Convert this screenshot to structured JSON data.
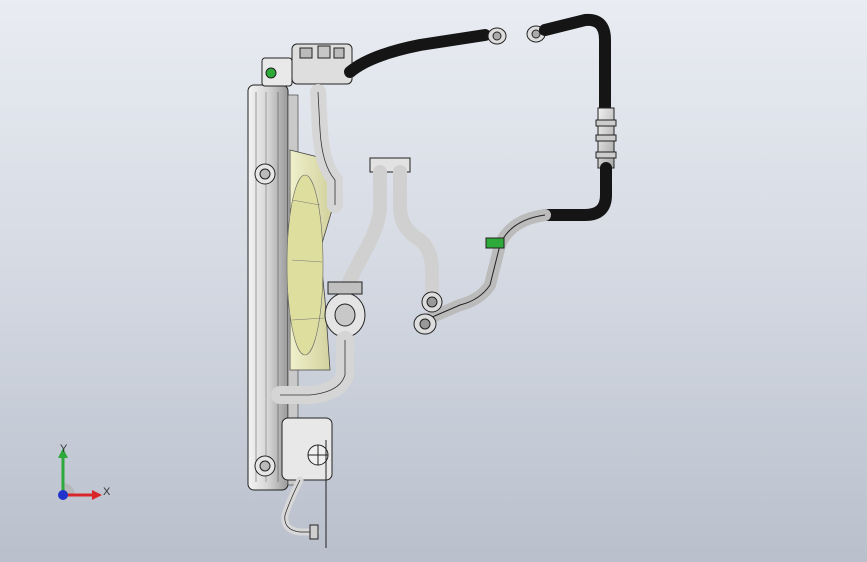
{
  "viewport": {
    "background_top": "#e9ecf2",
    "background_bottom": "#b9c0cc",
    "model_name": "radiator-cooling-assembly"
  },
  "triad": {
    "x_label": "X",
    "y_label": "Y",
    "x_color": "#d8262a",
    "y_color": "#2ea83a",
    "z_color": "#2233cc"
  },
  "colors": {
    "part_light": "#dcdcdc",
    "part_edge": "#222222",
    "hose_black": "#151515",
    "fan_shroud": "#e6e6b8",
    "connector_green": "#2eaa3a"
  }
}
